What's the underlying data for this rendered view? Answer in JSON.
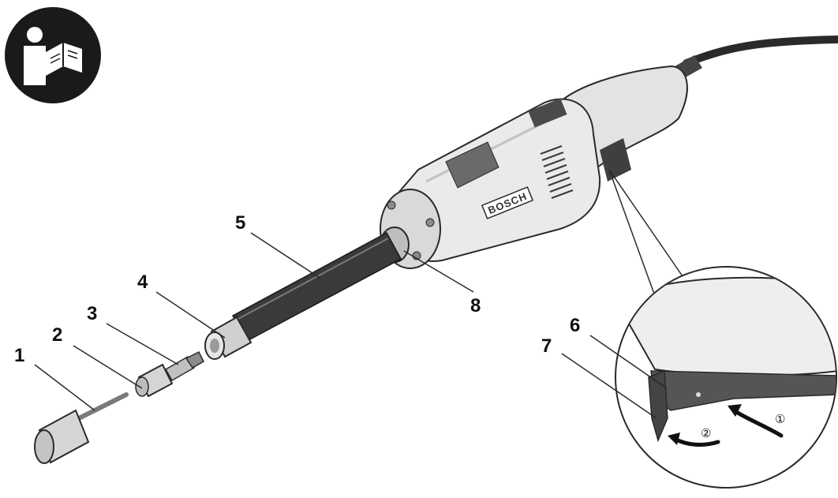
{
  "manual_icon": {
    "icon": "read-manual-icon",
    "color": "#1a1a1a"
  },
  "tool": {
    "brand": "BOSCH",
    "body_color": "#e9eaeb",
    "outline_color": "#2a2a2a",
    "grip_color": "#3f3f3f"
  },
  "callouts": {
    "c1": "1",
    "c2": "2",
    "c3": "3",
    "c4": "4",
    "c5": "5",
    "c6": "6",
    "c7": "7",
    "c8": "8"
  },
  "detail": {
    "step1": "①",
    "step2": "②"
  }
}
